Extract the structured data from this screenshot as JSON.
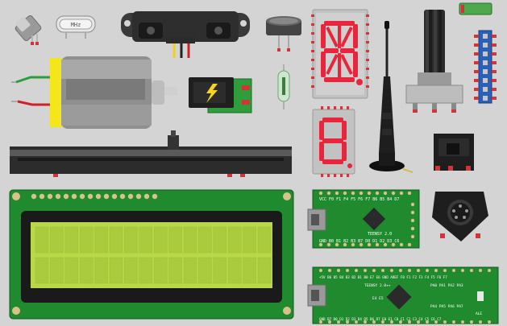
{
  "canvas": {
    "background": "#d4d4d4"
  },
  "components": {
    "crystal_label": "MHz",
    "teensy_2": {
      "name": "TEENSY 2.0",
      "top_pins": "VCC F0 F1 F4 F5 F6 F7 B6 B5 B4 D7",
      "bottom_pins": "GND B0 B1 B2 B3 B7 D0 D1 D2 D3 C6"
    },
    "teensy_2pp": {
      "name": "TEENSY 2.0++",
      "top_pins": "+5V B6 B5 B4 B3 B2 B1 B0 E7 E6 GND AREF F0 F1 F2 F3 F4 F5 F6 F7",
      "mid_pins_1": "PA0 PA1 PA2 PA3",
      "mid_pins_2": "PA4 PA5 PA6 PA7",
      "side_pins": "E4 E5",
      "ale_label": "ALE",
      "bottom_pins": "GND B7 D0 D1 D2 D3 D4 D5 D6 D7 E0 E1 C0 C1 C2 C3 C4 C5 C6 C7"
    },
    "alphanumeric_display": {
      "segment_color": "#e8253a"
    },
    "seven_segment": {
      "segment_color": "#e8253a"
    },
    "lcd": {
      "screen_color": "#b8d84a",
      "pcb_color": "#1f8a2e"
    }
  }
}
